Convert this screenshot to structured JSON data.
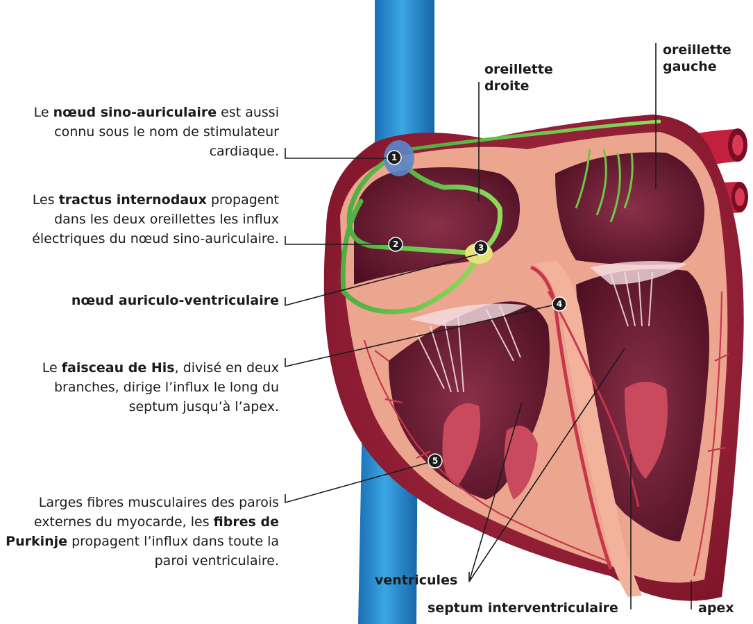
{
  "notes": {
    "sa_node": {
      "pre": "Le ",
      "bold": "nœud sino-auriculaire",
      "post": " est aussi connu sous le nom de stimulateur cardiaque."
    },
    "internodal": {
      "pre": "Les ",
      "bold": "tractus internodaux",
      "post": " propagent dans les deux oreillettes les influx électriques du nœud sino-auriculaire."
    },
    "av_node": {
      "bold": "nœud auriculo-ventriculaire"
    },
    "his": {
      "pre": "Le ",
      "bold": "faisceau de His",
      "post": ", divisé en deux branches, dirige l’influx le long du septum jusqu’à l’apex."
    },
    "purkinje": {
      "pre": "Larges fibres musculaires des parois externes du myocarde, les ",
      "bold": "fibres de Purkinje",
      "post": " propagent l’influx dans toute la paroi ventriculaire."
    }
  },
  "labels": {
    "right_atrium": "oreillette droite",
    "left_atrium": "oreillette gauche",
    "ventricles": "ventricules",
    "septum": "septum interventriculaire",
    "apex": "apex"
  },
  "markers": [
    "1",
    "2",
    "3",
    "4",
    "5"
  ]
}
